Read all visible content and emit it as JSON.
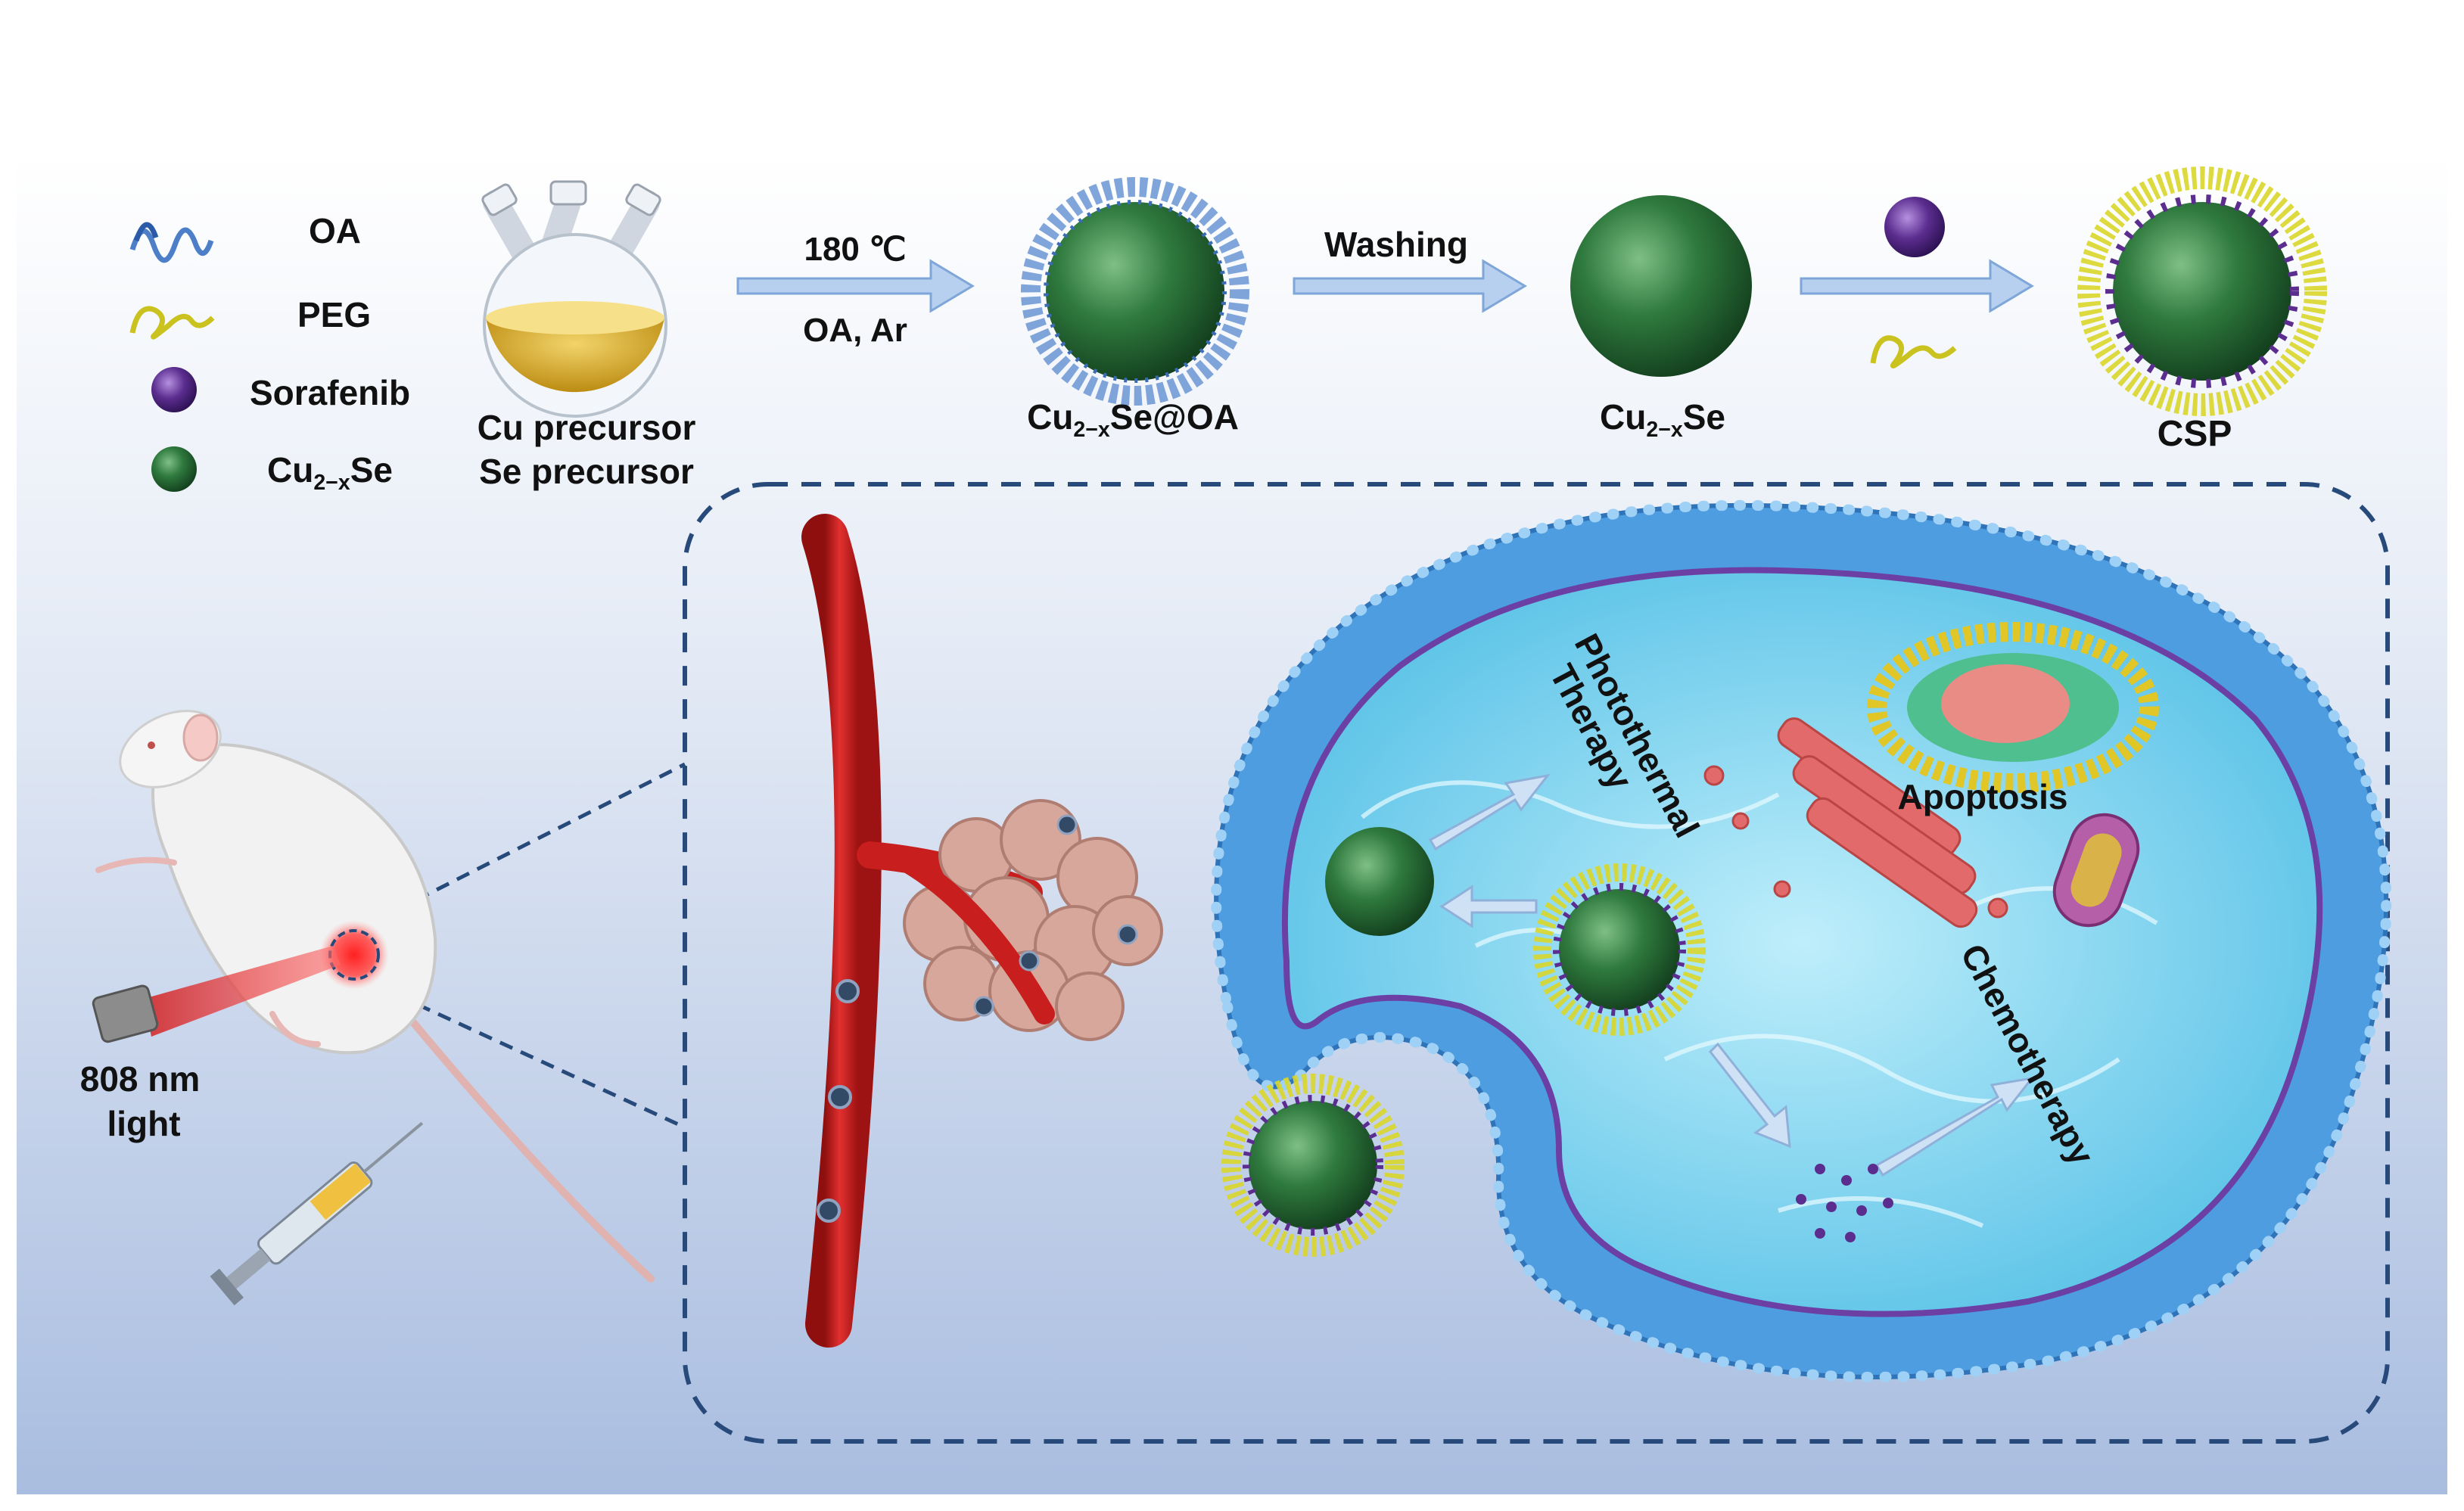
{
  "legend": {
    "oa": "OA",
    "peg": "PEG",
    "sorafenib": "Sorafenib",
    "cu2xse_base": "Cu",
    "cu2xse_sub": "2−x",
    "cu2xse_tail": "Se"
  },
  "flask": {
    "line1": "Cu precursor",
    "line2": "Se precursor"
  },
  "step1": {
    "top": "180 ℃",
    "bottom": "OA, Ar"
  },
  "product1": {
    "base": "Cu",
    "sub": "2−x",
    "tail": "Se@OA"
  },
  "step2": {
    "top": "Washing"
  },
  "product2": {
    "base": "Cu",
    "sub": "2−x",
    "tail": "Se"
  },
  "product3": "CSP",
  "light": {
    "line1": "808 nm",
    "line2": "light"
  },
  "cell": {
    "ptt_line1": "Photothermal",
    "ptt_line2": "Therapy",
    "chemo": "Chemotherapy",
    "apoptosis": "Apoptosis"
  },
  "colors": {
    "background_top": "#ffffff",
    "background_bottom": "#a9bde0",
    "arrow": "#9dbde6",
    "nanoparticle": "#2f7a3e",
    "sorafenib": "#5b2d8f",
    "peg": "#d9d62a",
    "oa": "#4d7fc9",
    "vessel": "#d21f1f",
    "tumor": "#d8a79c",
    "membrane": "#4d9de0",
    "cytoplasm": "#7fd2ee",
    "dashed_frame": "#274a7a",
    "laser": "#d0282a"
  }
}
